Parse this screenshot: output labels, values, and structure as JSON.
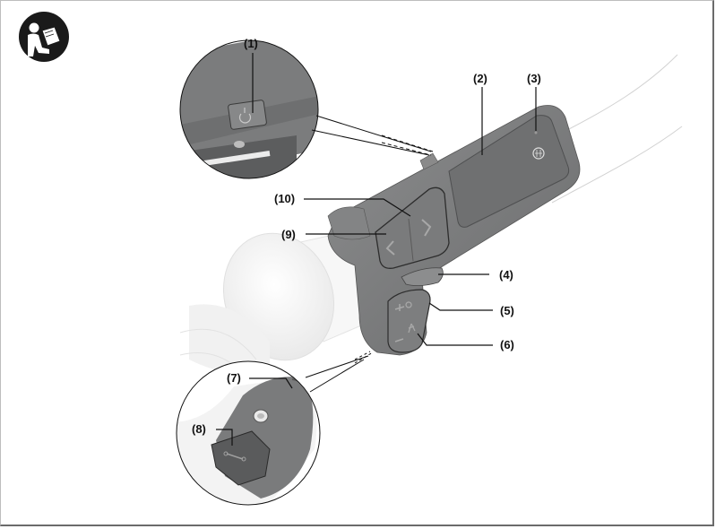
{
  "figure": {
    "manual_icon": "read-manual-icon",
    "colors": {
      "device_body": "#7d7e7f",
      "device_dark": "#5e5f60",
      "screen": "#6f7071",
      "grip": "#f4f4f4",
      "leader_line": "#111111",
      "border": "#6b6b6b"
    }
  },
  "callouts": [
    {
      "id": 1,
      "label": "(1)",
      "part": "on-off-button"
    },
    {
      "id": 2,
      "label": "(2)",
      "part": "display"
    },
    {
      "id": 3,
      "label": "(3)",
      "part": "ambient-light-sensor"
    },
    {
      "id": 4,
      "label": "(4)",
      "part": "select-button"
    },
    {
      "id": 5,
      "label": "(5)",
      "part": "plus-light-button"
    },
    {
      "id": 6,
      "label": "(6)",
      "part": "minus-walk-assist-button"
    },
    {
      "id": 7,
      "label": "(7)",
      "part": "mounting-clamp"
    },
    {
      "id": 8,
      "label": "(8)",
      "part": "diagnostic-port-cover"
    },
    {
      "id": 9,
      "label": "(9)",
      "part": "left-button"
    },
    {
      "id": 10,
      "label": "(10)",
      "part": "right-button"
    }
  ]
}
